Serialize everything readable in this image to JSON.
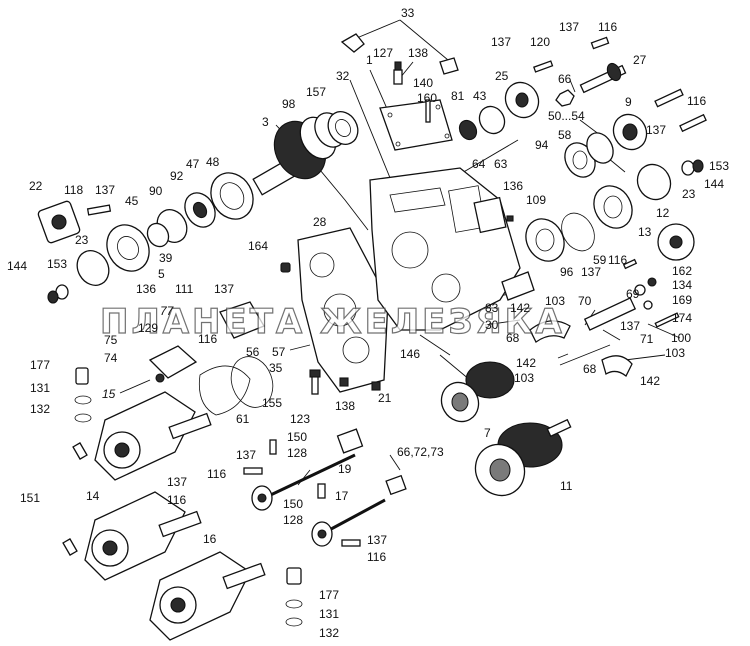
{
  "watermark": "ПЛАНЕТА ЖЕЛЕЗЯКА",
  "callouts": {
    "c1": "1",
    "c3": "3",
    "c5": "5",
    "c7": "7",
    "c9": "9",
    "c11": "11",
    "c12": "12",
    "c13": "13",
    "c14": "14",
    "c15": "15",
    "c16": "16",
    "c17": "17",
    "c19": "19",
    "c21": "21",
    "c22": "22",
    "c23a": "23",
    "c23b": "23",
    "c25": "25",
    "c27": "27",
    "c28": "28",
    "c30": "30",
    "c32": "32",
    "c33": "33",
    "c35": "35",
    "c39": "39",
    "c43": "43",
    "c45": "45",
    "c47": "47",
    "c48": "48",
    "c50_54": "50...54",
    "c56": "56",
    "c57": "57",
    "c58": "58",
    "c59": "59",
    "c61": "61",
    "c63": "63",
    "c64": "64",
    "c66": "66",
    "c66_72_73": "66,72,73",
    "c68a": "68",
    "c68b": "68",
    "c69": "69",
    "c70": "70",
    "c71": "71",
    "c74": "74",
    "c75": "75",
    "c77": "77",
    "c81": "81",
    "c83": "83",
    "c90": "90",
    "c92": "92",
    "c94": "94",
    "c96": "96",
    "c98": "98",
    "c100": "100",
    "c103a": "103",
    "c103b": "103",
    "c103c": "103",
    "c109": "109",
    "c111": "111",
    "c116a": "116",
    "c116b": "116",
    "c116c": "116",
    "c116d": "116",
    "c116e": "116",
    "c116f": "116",
    "c116g": "116",
    "c118": "118",
    "c120": "120",
    "c123": "123",
    "c127": "127",
    "c128a": "128",
    "c128b": "128",
    "c129": "129",
    "c131a": "131",
    "c131b": "131",
    "c132a": "132",
    "c132b": "132",
    "c134": "134",
    "c136a": "136",
    "c136b": "136",
    "c137a": "137",
    "c137b": "137",
    "c137c": "137",
    "c137d": "137",
    "c137e": "137",
    "c137f": "137",
    "c137g": "137",
    "c137h": "137",
    "c137i": "137",
    "c137j": "137",
    "c138a": "138",
    "c138b": "138",
    "c140": "140",
    "c142a": "142",
    "c142b": "142",
    "c142c": "142",
    "c144a": "144",
    "c144b": "144",
    "c146": "146",
    "c150a": "150",
    "c150b": "150",
    "c151": "151",
    "c153a": "153",
    "c153b": "153",
    "c155": "155",
    "c157": "157",
    "c160": "160",
    "c162": "162",
    "c164": "164",
    "c169": "169",
    "c174": "174",
    "c177a": "177",
    "c177b": "177"
  }
}
